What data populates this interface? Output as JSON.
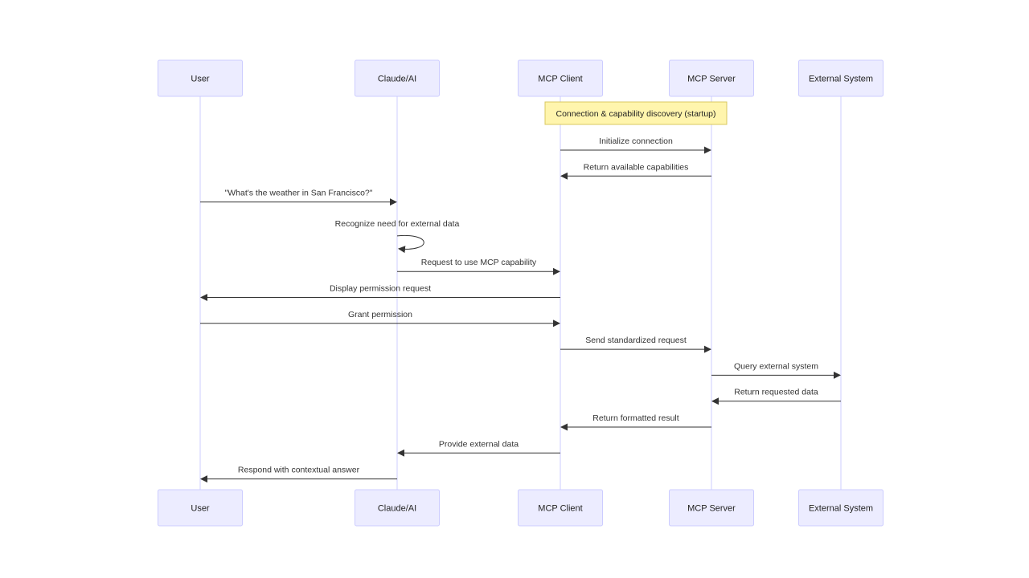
{
  "colors": {
    "actor_fill": "#ececff",
    "actor_stroke": "#ccccff",
    "line": "#333333",
    "note_fill": "#fff5ad",
    "note_stroke": "#d8c860"
  },
  "participants": [
    {
      "id": "user",
      "label": "User"
    },
    {
      "id": "ai",
      "label": "Claude/AI"
    },
    {
      "id": "client",
      "label": "MCP Client"
    },
    {
      "id": "server",
      "label": "MCP Server"
    },
    {
      "id": "external",
      "label": "External System"
    }
  ],
  "note": {
    "text": "Connection & capability discovery (startup)",
    "over": [
      "client",
      "server"
    ]
  },
  "messages": [
    {
      "from": "client",
      "to": "server",
      "text": "Initialize connection"
    },
    {
      "from": "server",
      "to": "client",
      "text": "Return available capabilities"
    },
    {
      "from": "user",
      "to": "ai",
      "text": "\"What's the weather in San Francisco?\""
    },
    {
      "from": "ai",
      "to": "ai",
      "text": "Recognize need for external data"
    },
    {
      "from": "ai",
      "to": "client",
      "text": "Request to use MCP capability"
    },
    {
      "from": "client",
      "to": "user",
      "text": "Display permission request"
    },
    {
      "from": "user",
      "to": "client",
      "text": "Grant permission"
    },
    {
      "from": "client",
      "to": "server",
      "text": "Send standardized request"
    },
    {
      "from": "server",
      "to": "external",
      "text": "Query external system"
    },
    {
      "from": "external",
      "to": "server",
      "text": "Return requested data"
    },
    {
      "from": "server",
      "to": "client",
      "text": "Return formatted result"
    },
    {
      "from": "client",
      "to": "ai",
      "text": "Provide external data"
    },
    {
      "from": "ai",
      "to": "user",
      "text": "Respond with contextual answer"
    }
  ]
}
